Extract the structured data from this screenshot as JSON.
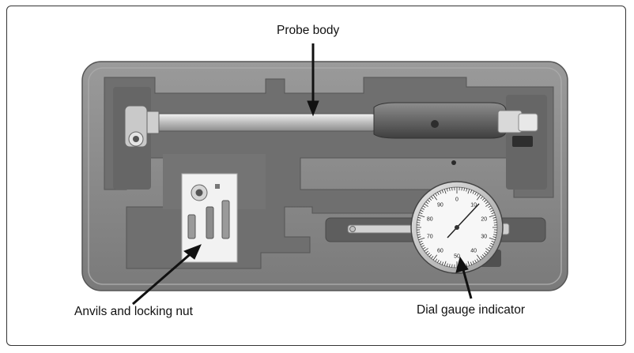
{
  "labels": {
    "probe_body": "Probe body",
    "anvils": "Anvils and locking nut",
    "dial_gauge": "Dial gauge indicator"
  },
  "dial_numbers": [
    "0",
    "10",
    "20",
    "30",
    "40",
    "50",
    "60",
    "70",
    "80",
    "90"
  ],
  "colors": {
    "case": "#8a8a8a",
    "tray_dark": "#5e5e5e",
    "arrow": "#111111"
  }
}
